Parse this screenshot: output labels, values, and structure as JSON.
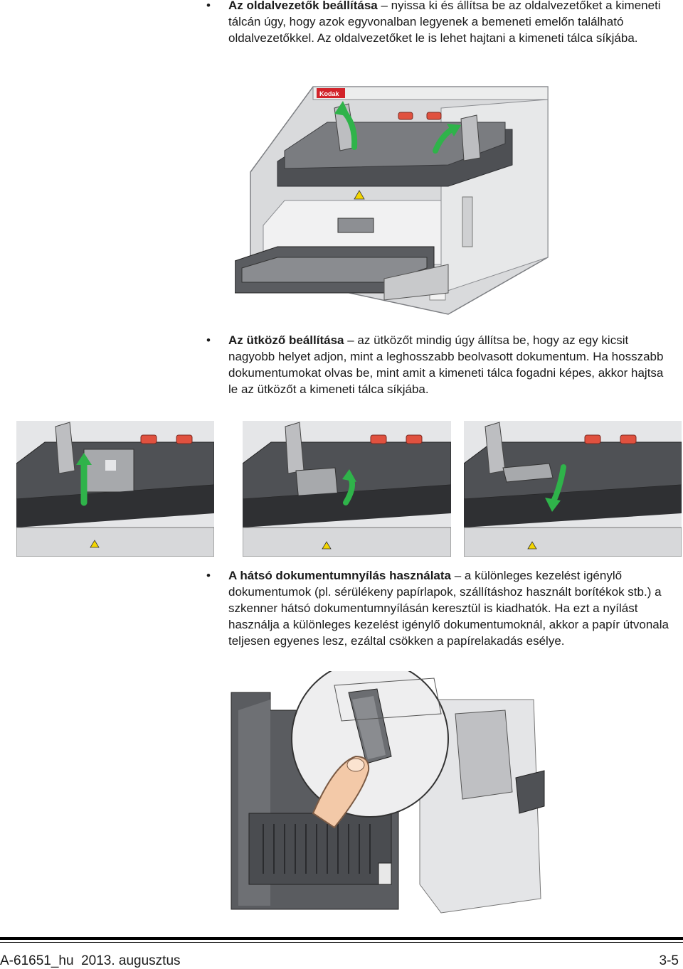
{
  "bullets": [
    {
      "symbol": "•",
      "title": "Az oldalvezetők beállítása",
      "dash": " – ",
      "text": "nyissa ki és állítsa be az oldalvezetőket a kimeneti tálcán úgy, hogy azok egyvonalban legyenek a bemeneti emelőn található oldalvezetőkkel. Az oldalvezetőket le is lehet hajtani a kimeneti tálca síkjába."
    },
    {
      "symbol": "•",
      "title": "Az ütköző beállítása",
      "dash": " – ",
      "text": "az ütközőt mindig úgy állítsa be, hogy az egy kicsit nagyobb helyet adjon, mint a leghosszabb beolvasott dokumentum. Ha hosszabb dokumentumokat olvas be, mint amit a kimeneti tálca fogadni képes, akkor hajtsa le az ütközőt a kimeneti tálca síkjába."
    },
    {
      "symbol": "•",
      "title": "A hátsó dokumentumnyílás használata",
      "dash": " – ",
      "text": "a különleges kezelést igénylő dokumentumok (pl. sérülékeny papírlapok, szállításhoz használt borítékok stb.) a szkenner hátsó dokumentumnyílásán keresztül is kiadhatók. Ha ezt a nyílást használja a különleges kezelést igénylő dokumentumoknál, akkor a papír útvonala teljesen egyenes lesz, ezáltal csökken a papírelakadás esélye."
    }
  ],
  "scanner": {
    "brand": "Kodak"
  },
  "footer": {
    "doc_id": "A-61651_hu  2013. augusztus",
    "page": "3-5"
  },
  "colors": {
    "arrow_green": "#2fb34a",
    "roller_red": "#e0513f",
    "brand_red": "#d2232a"
  }
}
